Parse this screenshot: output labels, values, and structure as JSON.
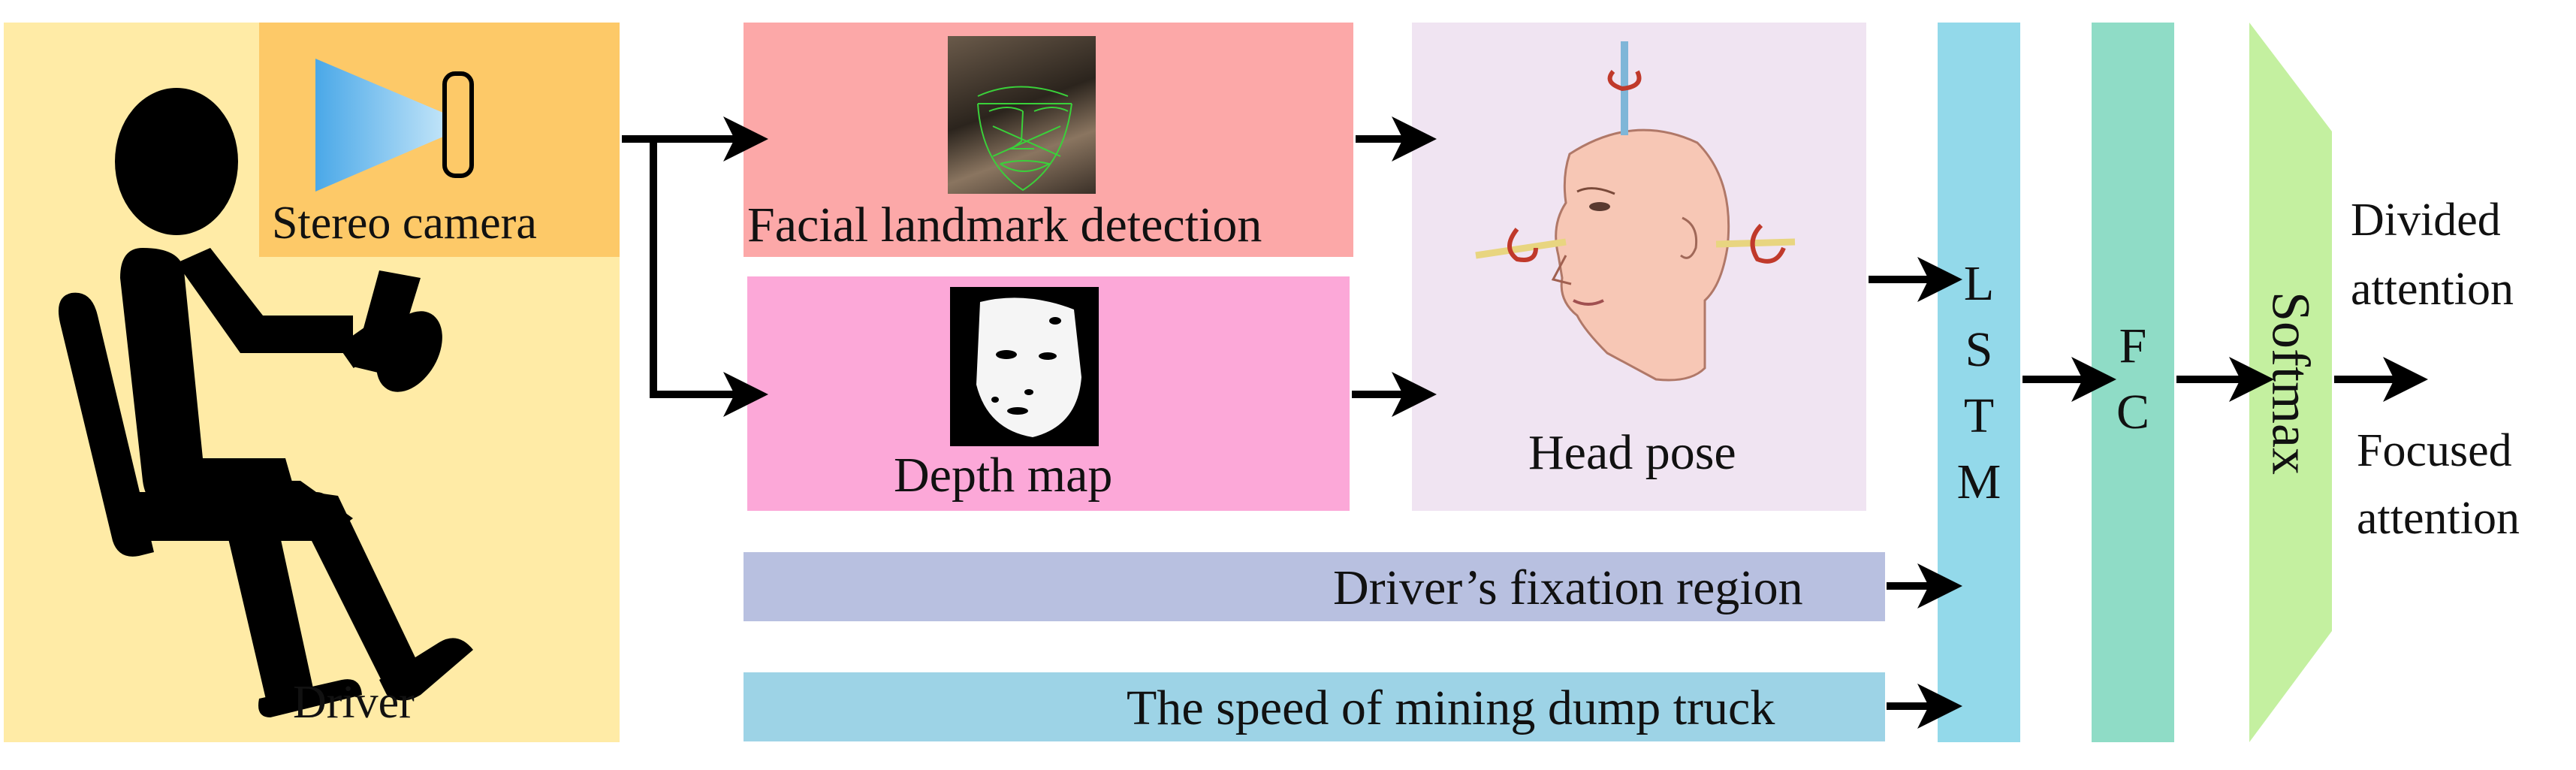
{
  "driver_panel": {
    "camera_label": "Stereo camera",
    "driver_label": "Driver",
    "icons": [
      "driver-figure-icon",
      "stereo-camera-icon"
    ]
  },
  "processing": {
    "landmark_label": "Facial landmark detection",
    "depth_label": "Depth map",
    "head_pose_label": "Head pose",
    "thumbnails": [
      "face-landmark-thumbnail",
      "depth-map-thumbnail",
      "head-pose-illustration"
    ]
  },
  "inputs": {
    "fixation_label": "Driver’s fixation region",
    "speed_label": "The speed of mining dump truck"
  },
  "network": {
    "lstm_letters": [
      "L",
      "S",
      "T",
      "M"
    ],
    "fc_letters": [
      "F",
      "C"
    ],
    "softmax_label": "Softmax"
  },
  "outputs": {
    "divided": [
      "Divided",
      "attention"
    ],
    "focused": [
      "Focused",
      "attention"
    ]
  },
  "colors": {
    "driver_bg": "#ffeba6",
    "camera_bg": "#fdc968",
    "landmark_bg": "#fca8a8",
    "depth_bg": "#fca8d8",
    "headpose_bg": "#f0e4f2",
    "fixation_bg": "#b8c0e0",
    "speed_bg": "#9dd3e6",
    "lstm_bg": "#93d9ea",
    "fc_bg": "#8fdcc6",
    "softmax_bg": "#c4f0a0"
  }
}
